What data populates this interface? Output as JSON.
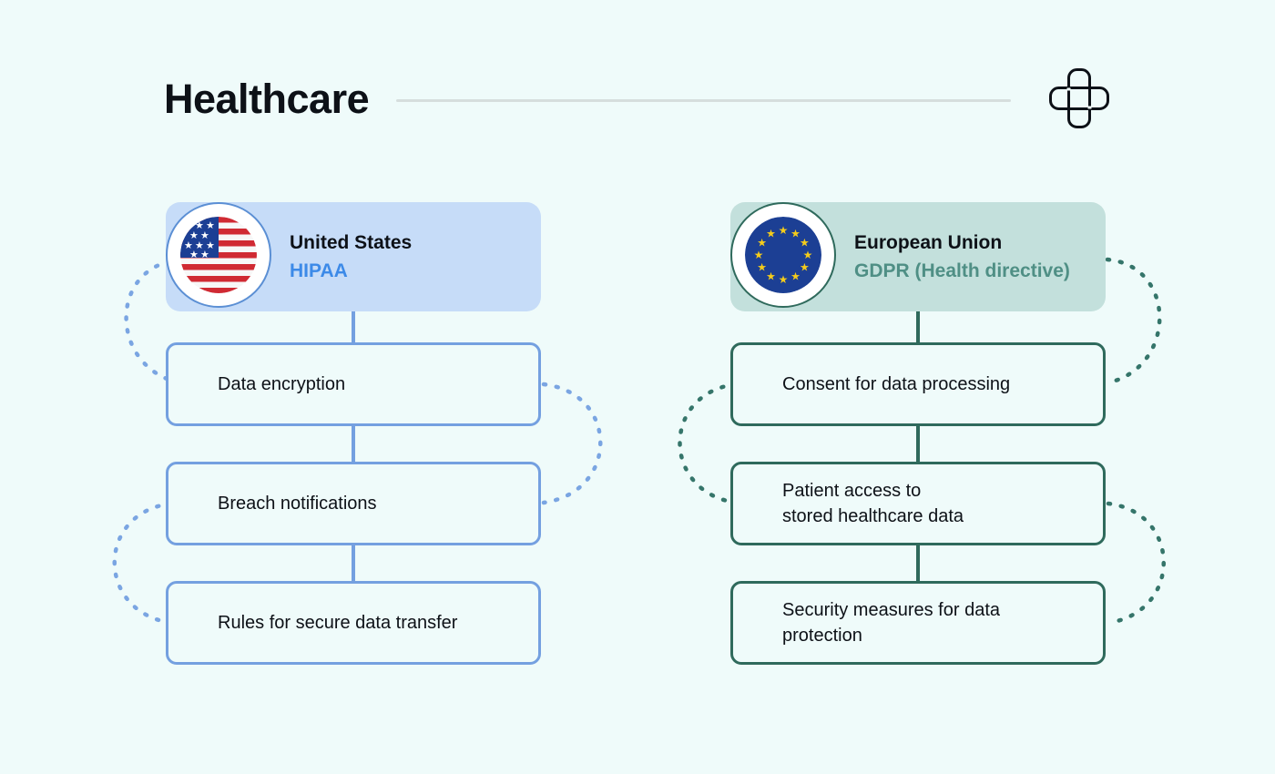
{
  "header": {
    "title": "Healthcare",
    "icon": "medical-cross-icon",
    "rule_color": "#d6dedd"
  },
  "theme": {
    "background": "#effbfa",
    "us_accent": "#74a0e0",
    "us_pill": "#c6dcf8",
    "us_law_text": "#3c8ae8",
    "eu_accent": "#2f6a5c",
    "eu_pill": "#c3e0dc",
    "eu_law_text": "#4f8f85"
  },
  "columns": [
    {
      "region": "us",
      "flag": "us-flag-icon",
      "country": "United States",
      "law": "HIPAA",
      "nodes": [
        {
          "label": "Data encryption"
        },
        {
          "label": "Breach notifications"
        },
        {
          "label": "Rules for secure data transfer"
        }
      ]
    },
    {
      "region": "eu",
      "flag": "eu-flag-icon",
      "country": "European Union",
      "law": "GDPR (Health directive)",
      "nodes": [
        {
          "label": "Consent for data processing"
        },
        {
          "label": "Patient access to\nstored healthcare data"
        },
        {
          "label": "Security measures for data\nprotection"
        }
      ]
    }
  ]
}
